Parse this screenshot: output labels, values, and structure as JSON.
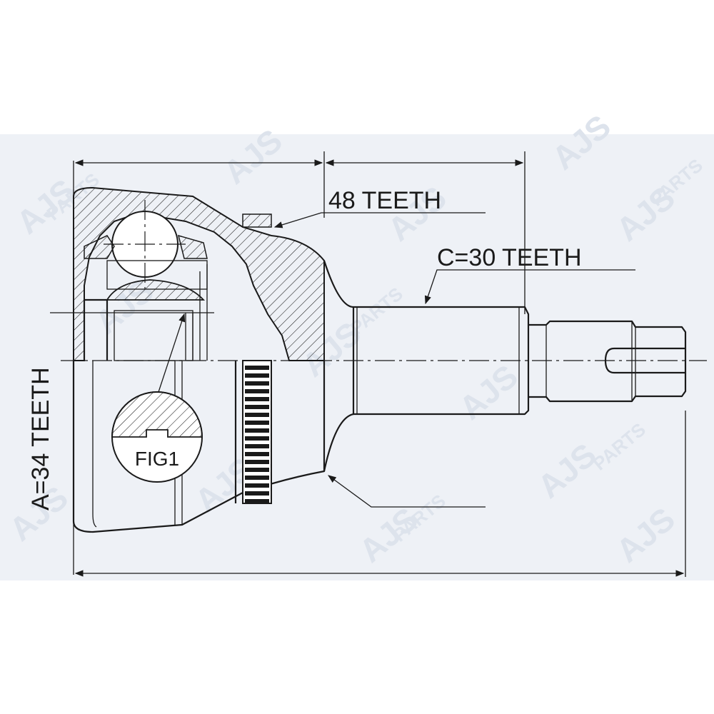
{
  "drawing": {
    "label_outer_teeth": "48 TEETH",
    "label_c_teeth": "C=30 TEETH",
    "label_a_teeth": "A=34 TEETH",
    "label_fig": "FIG1"
  },
  "watermark": {
    "brand": "AJS",
    "word": "PARTS"
  },
  "colors": {
    "ink": "#1a1a1a",
    "band": "#eef1f6",
    "watermark": "#dde3ec"
  }
}
